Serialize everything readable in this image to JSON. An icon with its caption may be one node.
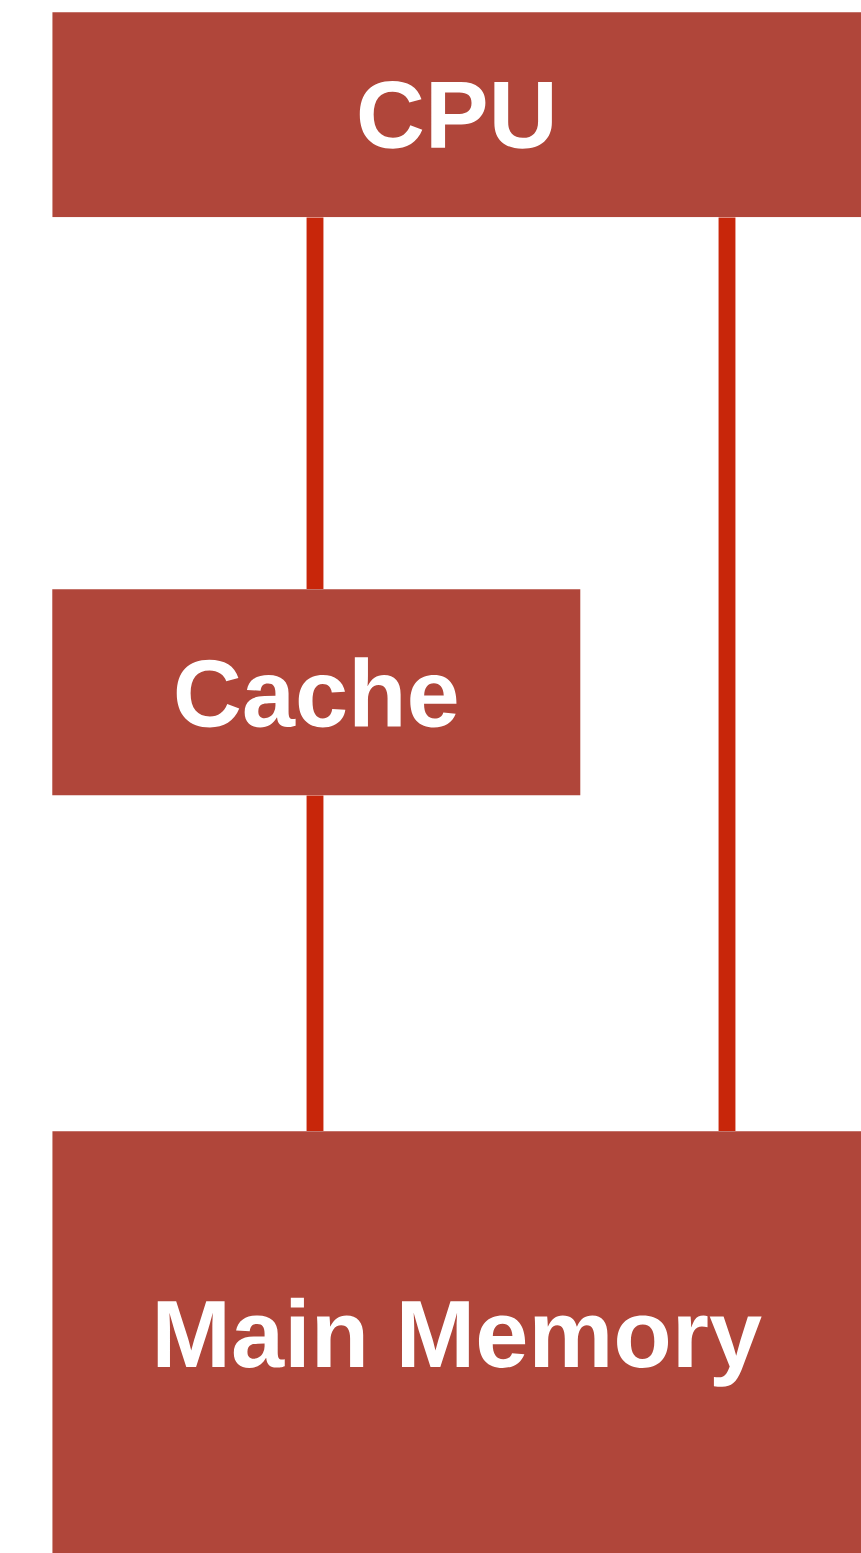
{
  "diagram": {
    "nodes": [
      {
        "text": [
          "CPU"
        ]
      },
      {
        "text": [
          "Cache"
        ]
      },
      {
        "text": [
          "Main Memory"
        ]
      }
    ],
    "edges": [
      {
        "from": 0,
        "to": 1,
        "arrow": "none"
      },
      {
        "from": 1,
        "to": 2,
        "arrow": "none"
      },
      {
        "from": 0,
        "to": 2,
        "arrow": "none"
      }
    ]
  }
}
